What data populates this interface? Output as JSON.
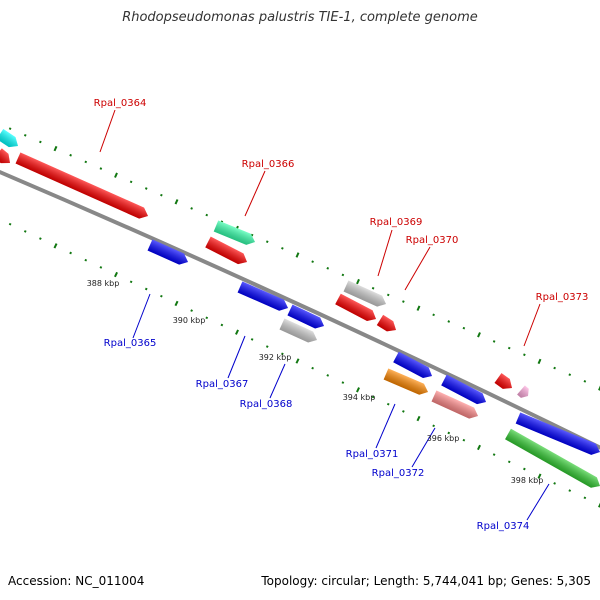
{
  "title": "Rhodopseudomonas palustris TIE-1, complete genome",
  "footer": {
    "accession": "Accession: NC_011004",
    "summary": "Topology: circular; Length: 5,744,041 bp; Genes: 5,305"
  },
  "colors": {
    "forward_label": "#cc0000",
    "reverse_label": "#0000cc",
    "backbone": "#888888",
    "tick": "#117711"
  },
  "ticks": [
    {
      "label": "388 kbp"
    },
    {
      "label": "390 kbp"
    },
    {
      "label": "392 kbp"
    },
    {
      "label": "394 kbp"
    },
    {
      "label": "396 kbp"
    },
    {
      "label": "398 kbp"
    }
  ],
  "genes": [
    {
      "label": "Rpal_0364",
      "strand": "forward",
      "color": "#ff0000"
    },
    {
      "label": "Rpal_0365",
      "strand": "reverse",
      "color": "#0000ff"
    },
    {
      "label": "Rpal_0366",
      "strand": "forward",
      "color": "#33ffaa"
    },
    {
      "label": "Rpal_0367",
      "strand": "reverse",
      "color": "#0000ff"
    },
    {
      "label": "Rpal_0368",
      "strand": "reverse",
      "color": "#cccccc"
    },
    {
      "label": "Rpal_0369",
      "strand": "forward",
      "color": "#cccccc"
    },
    {
      "label": "Rpal_0370",
      "strand": "forward",
      "color": "#ff0000"
    },
    {
      "label": "Rpal_0371",
      "strand": "reverse",
      "color": "#ff8800"
    },
    {
      "label": "Rpal_0372",
      "strand": "reverse",
      "color": "#ff8888"
    },
    {
      "label": "Rpal_0373",
      "strand": "forward",
      "color": "#ffaadd"
    },
    {
      "label": "Rpal_0374",
      "strand": "reverse",
      "color": "#33cc33"
    }
  ]
}
